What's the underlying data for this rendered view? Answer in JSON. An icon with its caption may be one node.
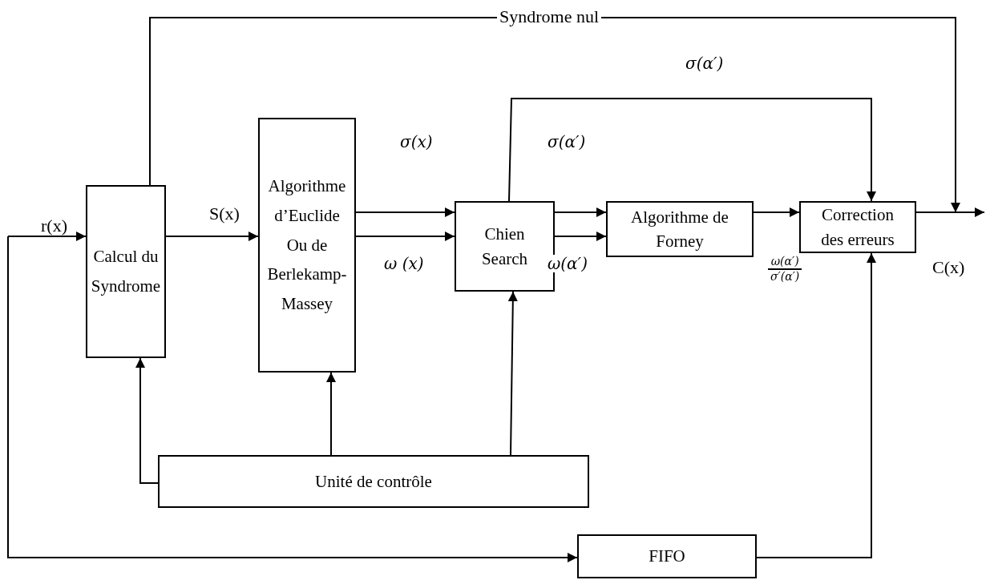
{
  "diagram": {
    "nodes": [
      {
        "text": [
          "Calcul du Syndrome"
        ]
      },
      {
        "text": [
          "Algorithme d’Euclide Ou de Berlekamp-Massey"
        ]
      },
      {
        "text": [
          "Chien Search"
        ]
      },
      {
        "text": [
          "Algorithme de Forney"
        ]
      },
      {
        "text": [
          "Correction des erreurs"
        ]
      },
      {
        "text": [
          "Unité de contrôle"
        ]
      },
      {
        "text": [
          "FIFO"
        ]
      }
    ],
    "edges": [
      {
        "from": null,
        "to": 0,
        "arrow": "to",
        "label": "r(x)"
      },
      {
        "from": null,
        "to": 6,
        "arrow": "to"
      },
      {
        "from": 0,
        "to": 1,
        "arrow": "to",
        "label": "S(x)"
      },
      {
        "from": 0,
        "to": null,
        "arrow": "to",
        "label": "Syndrome nul"
      },
      {
        "from": 1,
        "to": 2,
        "arrow": "to",
        "label": "σ(x)"
      },
      {
        "from": 1,
        "to": 2,
        "arrow": "to",
        "label": "ω (x)"
      },
      {
        "from": 2,
        "to": 3,
        "arrow": "to",
        "label": "σ(α′)"
      },
      {
        "from": 2,
        "to": 3,
        "arrow": "to",
        "label": "ω(α′)"
      },
      {
        "from": 2,
        "to": 4,
        "arrow": "to",
        "label": "σ(α′)"
      },
      {
        "from": 3,
        "to": 4,
        "arrow": "to"
      },
      {
        "from": 4,
        "to": null,
        "arrow": "to",
        "label": "C(x)"
      },
      {
        "from": 5,
        "to": 0,
        "arrow": "to"
      },
      {
        "from": 5,
        "to": 1,
        "arrow": "to"
      },
      {
        "from": 5,
        "to": 2,
        "arrow": "to"
      },
      {
        "from": 6,
        "to": 4,
        "arrow": "to"
      }
    ],
    "labels": [
      "ω(α′)",
      "σ′(α′)"
    ]
  }
}
